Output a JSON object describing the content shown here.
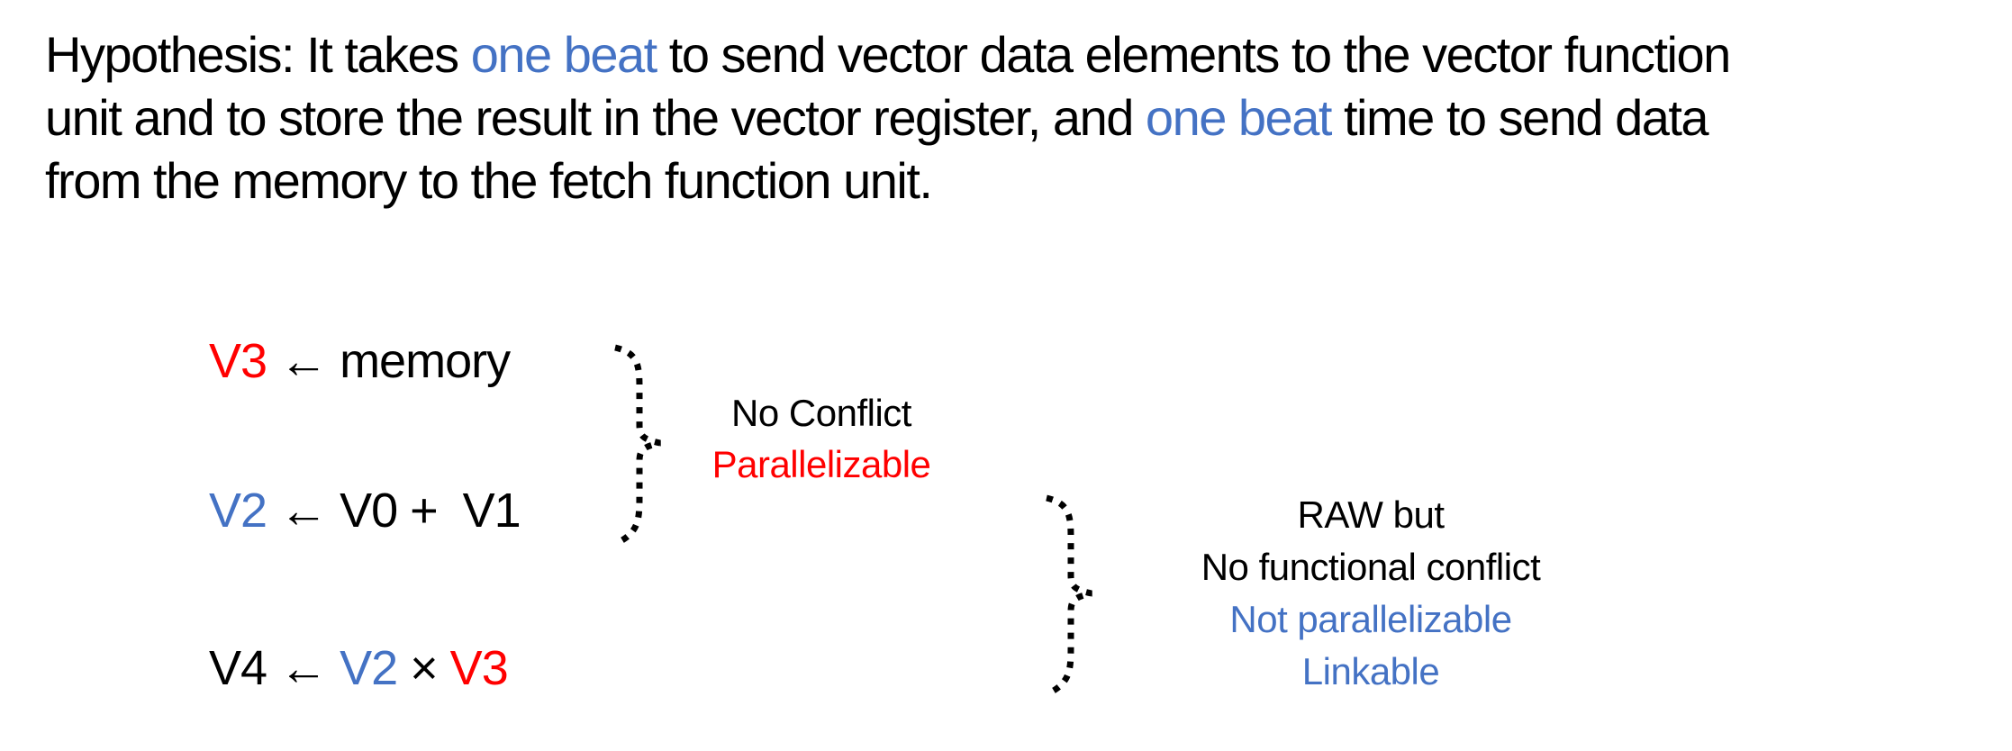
{
  "colors": {
    "black": "#000000",
    "blue": "#4472C4",
    "red": "#FF0000",
    "background": "#FFFFFF"
  },
  "hypothesis": {
    "lines": [
      {
        "segments": [
          {
            "text": "Hypothesis: It takes ",
            "color": "black"
          },
          {
            "text": "one beat",
            "color": "blue"
          },
          {
            "text": " to send vector data elements to the vector function",
            "color": "black"
          }
        ]
      },
      {
        "segments": [
          {
            "text": "unit and to store the result in the vector register, and ",
            "color": "black"
          },
          {
            "text": "one beat",
            "color": "blue"
          },
          {
            "text": " time to send data",
            "color": "black"
          }
        ]
      },
      {
        "segments": [
          {
            "text": "from the memory to the fetch function unit.",
            "color": "black"
          }
        ]
      }
    ]
  },
  "equations": [
    {
      "id": "v3-from-memory",
      "segments": [
        {
          "text": "V3",
          "color": "red"
        },
        {
          "text": " ← memory",
          "color": "black"
        }
      ]
    },
    {
      "id": "v2-from-v0-plus-v1",
      "segments": [
        {
          "text": "V2",
          "color": "blue"
        },
        {
          "text": " ← V0 +  V1",
          "color": "black"
        }
      ]
    },
    {
      "id": "v4-from-v2-times-v3",
      "segments": [
        {
          "text": "V4 ← ",
          "color": "black"
        },
        {
          "text": "V2",
          "color": "blue"
        },
        {
          "text": " × ",
          "color": "black"
        },
        {
          "text": "V3",
          "color": "red"
        }
      ]
    }
  ],
  "annotations": [
    {
      "id": "no-conflict-group",
      "lines": [
        {
          "text": "No Conflict",
          "color": "black"
        },
        {
          "text": "Parallelizable",
          "color": "red"
        }
      ]
    },
    {
      "id": "raw-group",
      "lines": [
        {
          "text": "RAW but",
          "color": "black"
        },
        {
          "text": "No functional conflict",
          "color": "black"
        },
        {
          "text": "Not parallelizable",
          "color": "blue"
        },
        {
          "text": "Linkable",
          "color": "blue"
        }
      ]
    }
  ]
}
